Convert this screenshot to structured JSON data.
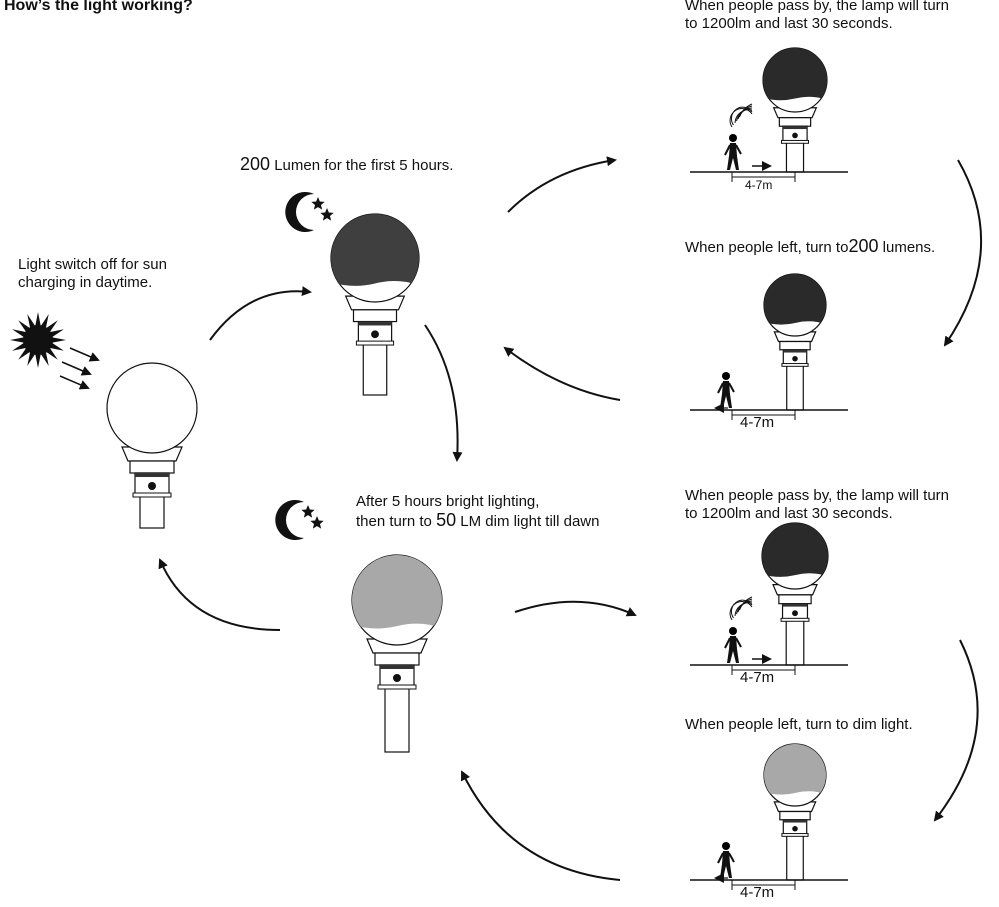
{
  "title": "How’s the light working?",
  "steps": {
    "daytime": {
      "line1": "Light switch off for sun",
      "line2": "charging in daytime."
    },
    "first_hours": {
      "num": "200",
      "rest": " Lumen for  the first 5  hours."
    },
    "after_hours": {
      "line1": "After 5 hours bright lighting,",
      "line2_a": "then turn to ",
      "num": "50",
      "line2_b": " LM dim light till dawn"
    },
    "pass_by_1": {
      "line1": "When people pass by, the lamp will turn",
      "line2": "to 1200lm and last 30 seconds."
    },
    "left_1": {
      "a": "When people left, turn to",
      "num": "200",
      "b": " lumens."
    },
    "pass_by_2": {
      "line1": "When people pass by, the lamp will turn",
      "line2": " to 1200lm and last 30 seconds."
    },
    "left_2": {
      "text": "When people left, turn to dim light."
    }
  },
  "distance_label": "4-7m",
  "colors": {
    "bright": "#3f3f3f",
    "dark": "#2a2a2a",
    "dim": "#a8a8a8",
    "off": "#ffffff"
  }
}
